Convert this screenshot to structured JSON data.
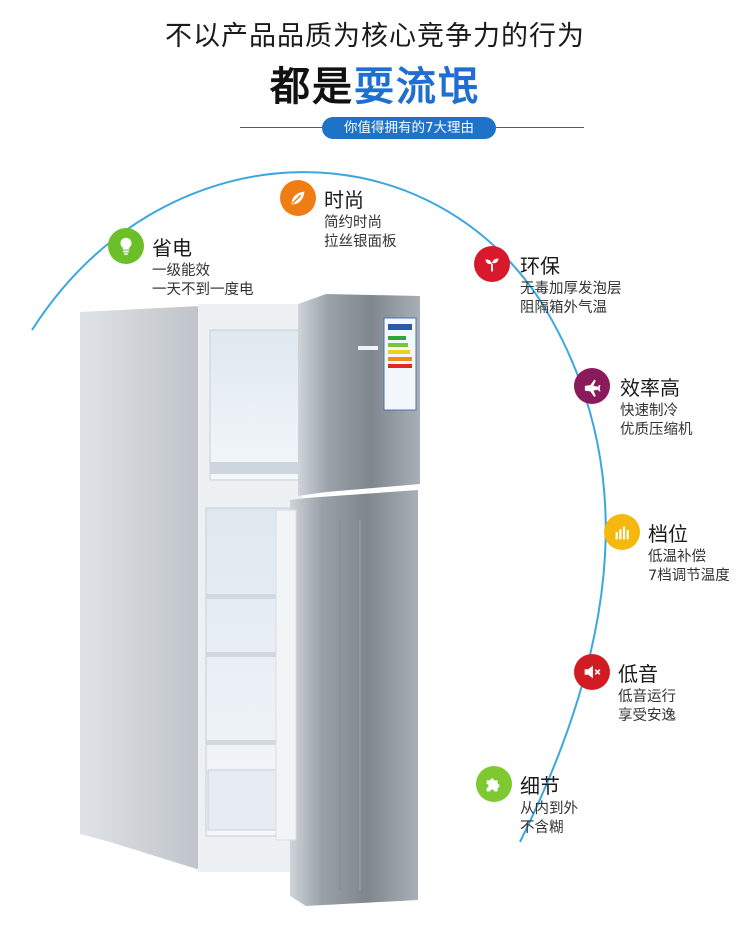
{
  "header": {
    "line1": "不以产品品质为核心竞争力的行为",
    "line2_prefix": "都是",
    "line2_accent": "耍流氓",
    "pill": "你值得拥有的7大理由"
  },
  "colors": {
    "accent_blue": "#1f6fd1",
    "pill_blue": "#1e73c9",
    "arc_blue": "#3aa8df"
  },
  "features": [
    {
      "title": "省电",
      "desc": [
        "一级能效",
        "一天不到一度电"
      ],
      "icon": "bulb-icon",
      "color": "#6bbf28"
    },
    {
      "title": "时尚",
      "desc": [
        "简约时尚",
        "拉丝银面板"
      ],
      "icon": "leaf-icon",
      "color": "#f07c14"
    },
    {
      "title": "环保",
      "desc": [
        "无毒加厚发泡层",
        "阻隔箱外气温"
      ],
      "icon": "sprout-icon",
      "color": "#d8192c"
    },
    {
      "title": "效率高",
      "desc": [
        "快速制冷",
        "优质压缩机"
      ],
      "icon": "airplane-icon",
      "color": "#8a1a5b"
    },
    {
      "title": "档位",
      "desc": [
        "低温补偿",
        "7档调节温度"
      ],
      "icon": "dial-icon",
      "color": "#f5b80f"
    },
    {
      "title": "低音",
      "desc": [
        "低音运行",
        "享受安逸"
      ],
      "icon": "mute-icon",
      "color": "#d21c24"
    },
    {
      "title": "细节",
      "desc": [
        "从内到外",
        "不含糊"
      ],
      "icon": "puzzle-icon",
      "color": "#7ec932"
    }
  ]
}
